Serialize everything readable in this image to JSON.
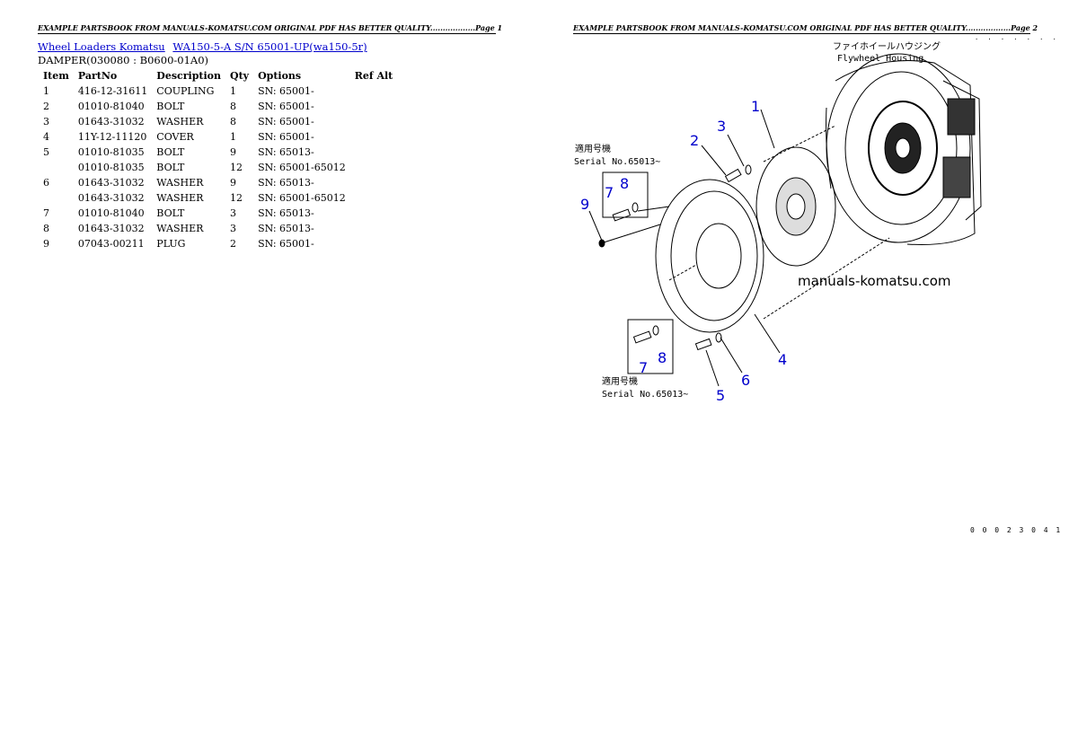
{
  "header": {
    "page1": "EXAMPLE PARTSBOOK FROM MANUALS-KOMATSU.COM ORIGINAL PDF HAS BETTER QUALITY..................Page 1",
    "page2": "EXAMPLE PARTSBOOK FROM MANUALS-KOMATSU.COM ORIGINAL PDF HAS BETTER QUALITY..................Page 2"
  },
  "breadcrumb": {
    "link1": "Wheel Loaders Komatsu",
    "link2": "WA150-5-A S/N 65001-UP(wa150-5r)"
  },
  "subtitle": "DAMPER(030080 : B0600-01A0)",
  "table": {
    "columns": [
      "Item",
      "PartNo",
      "Description",
      "Qty",
      "Options",
      "Ref Alt"
    ],
    "rows": [
      [
        "1",
        "416-12-31611",
        "COUPLING",
        "1",
        "SN: 65001-",
        ""
      ],
      [
        "2",
        "01010-81040",
        "BOLT",
        "8",
        "SN: 65001-",
        ""
      ],
      [
        "3",
        "01643-31032",
        "WASHER",
        "8",
        "SN: 65001-",
        ""
      ],
      [
        "4",
        "11Y-12-11120",
        "COVER",
        "1",
        "SN: 65001-",
        ""
      ],
      [
        "5",
        "01010-81035",
        "BOLT",
        "9",
        "SN: 65013-",
        ""
      ],
      [
        "",
        "01010-81035",
        "BOLT",
        "12",
        "SN: 65001-65012",
        ""
      ],
      [
        "6",
        "01643-31032",
        "WASHER",
        "9",
        "SN: 65013-",
        ""
      ],
      [
        "",
        "01643-31032",
        "WASHER",
        "12",
        "SN: 65001-65012",
        ""
      ],
      [
        "7",
        "01010-81040",
        "BOLT",
        "3",
        "SN: 65013-",
        ""
      ],
      [
        "8",
        "01643-31032",
        "WASHER",
        "3",
        "SN: 65013-",
        ""
      ],
      [
        "9",
        "07043-00211",
        "PLUG",
        "2",
        "SN: 65001-",
        ""
      ]
    ]
  },
  "diagram": {
    "housing_jp": "ファイホイールハウジング",
    "housing_en": "Flywheel Housing",
    "serial_jp_1": "適用号機",
    "serial_en_1": "Serial No.65013~",
    "serial_jp_2": "適用号機",
    "serial_en_2": "Serial No.65013~",
    "watermark": "manuals-komatsu.com",
    "callouts": [
      "1",
      "2",
      "3",
      "4",
      "5",
      "6",
      "7",
      "8",
      "9",
      "7",
      "8"
    ],
    "callout_color": "#0000cc",
    "figure_code": "0 0 0 2 3 0 4 1",
    "top_code": "· · · · · · ·"
  }
}
